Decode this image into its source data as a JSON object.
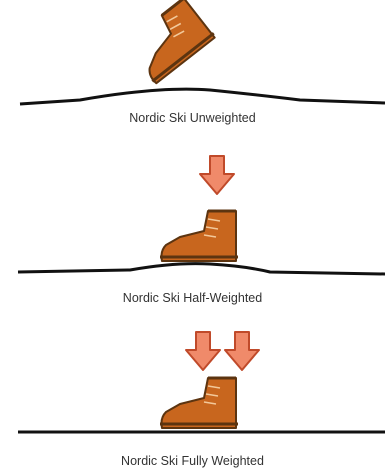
{
  "panels": [
    {
      "state": "unweighted",
      "label": "Nordic Ski Unweighted",
      "weight_arrows": 0
    },
    {
      "state": "half-weighted",
      "label": "Nordic Ski Half-Weighted",
      "weight_arrows": 1
    },
    {
      "state": "fully-weighted",
      "label": "Nordic Ski Fully Weighted",
      "weight_arrows": 2
    }
  ],
  "colors": {
    "boot_fill": "#c8661e",
    "boot_outline": "#5c3410",
    "arrow_fill": "#f08a6a",
    "arrow_outline": "#c04a2a",
    "ski_line": "#111111",
    "caption_text": "#333333"
  },
  "icons": {
    "boot": "hiking-boot-icon",
    "arrow": "down-arrow-icon"
  }
}
